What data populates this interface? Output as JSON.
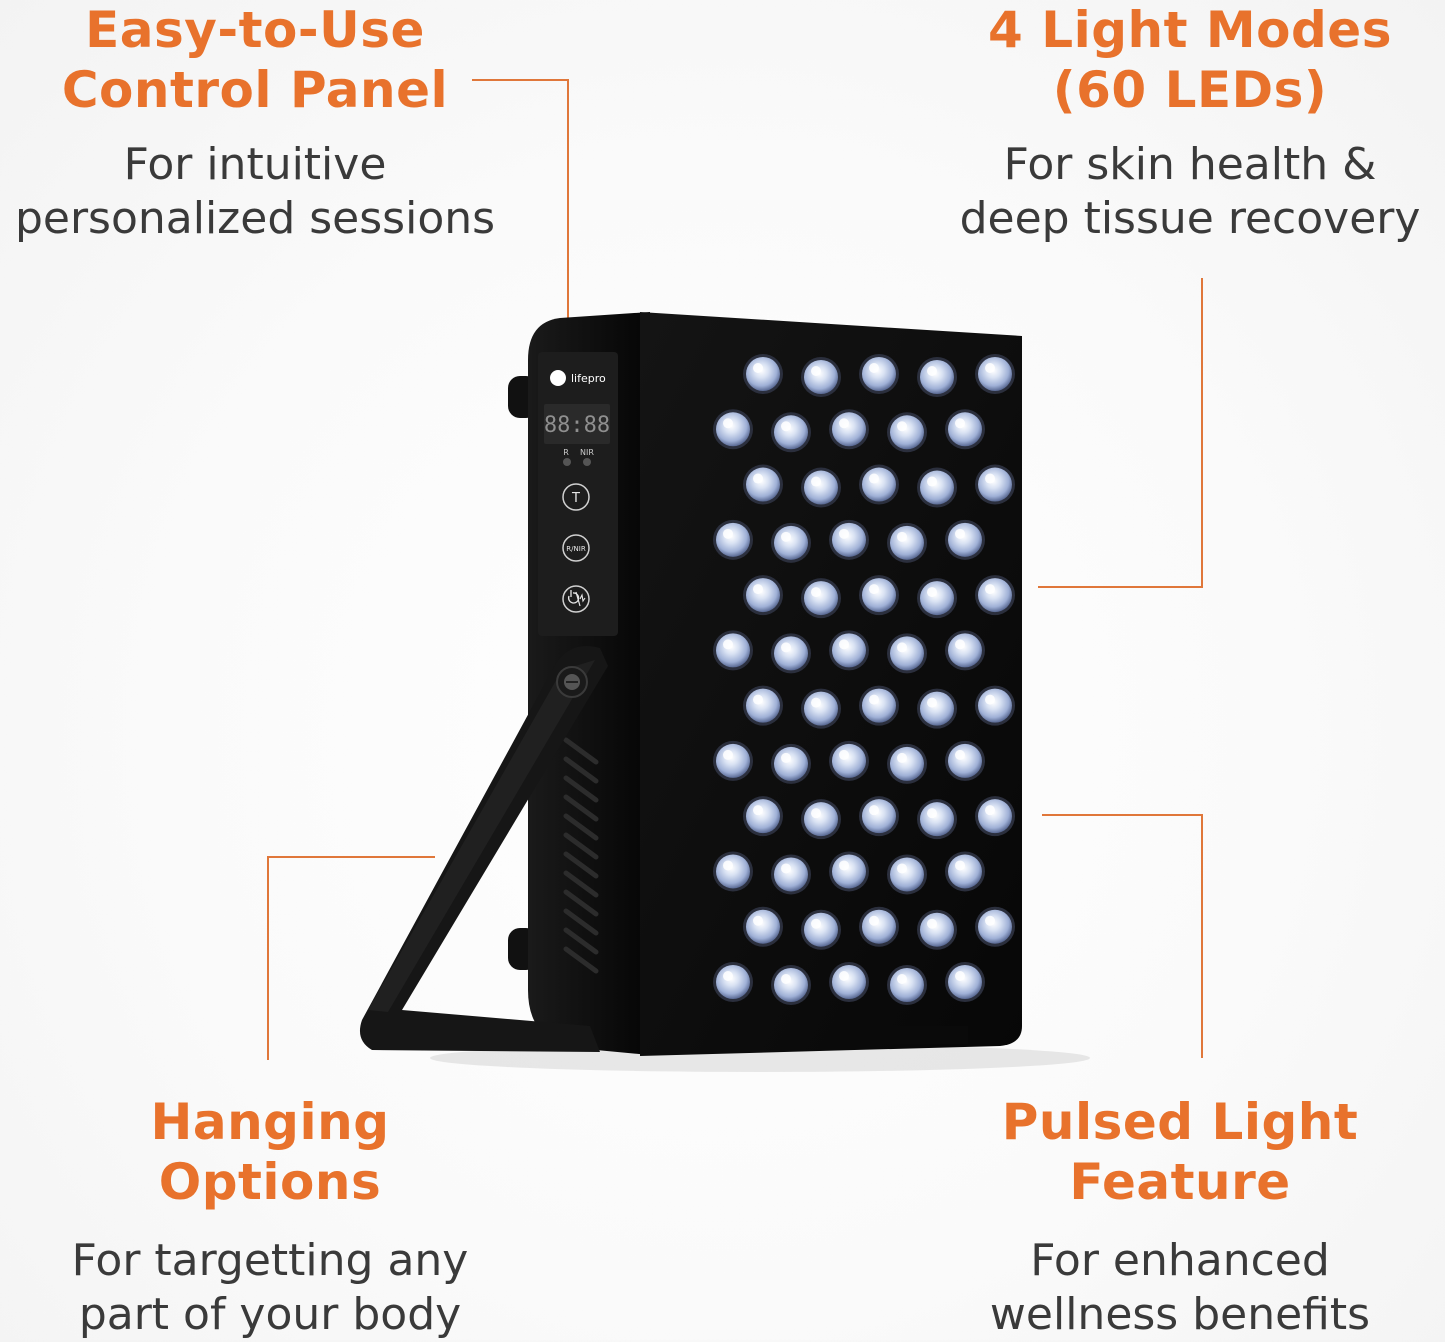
{
  "callouts": {
    "control_panel": {
      "title_line1": "Easy-to-Use",
      "title_line2": "Control Panel",
      "desc_line1": "For intuitive",
      "desc_line2": "personalized sessions"
    },
    "light_modes": {
      "title_line1": "4 Light Modes",
      "title_line2": "(60 LEDs)",
      "desc_line1": "For skin health &",
      "desc_line2": "deep tissue recovery"
    },
    "hanging": {
      "title_line1": "Hanging",
      "title_line2": "Options",
      "desc_line1": "For targetting any",
      "desc_line2": "part of your body"
    },
    "pulsed": {
      "title_line1": "Pulsed Light",
      "title_line2": "Feature",
      "desc_line1": "For enhanced",
      "desc_line2": "wellness benefits"
    }
  },
  "device": {
    "brand": "lifepro",
    "display_readout": "88:88",
    "indicator_r": "R",
    "indicator_nir": "NIR",
    "button_timer": "T",
    "button_mode": "R/NIR",
    "led_count": 60,
    "led_rows": 12
  },
  "colors": {
    "accent": "#e8722c",
    "body_text": "#3a3a3a",
    "device_body": "#0c0c0c"
  }
}
